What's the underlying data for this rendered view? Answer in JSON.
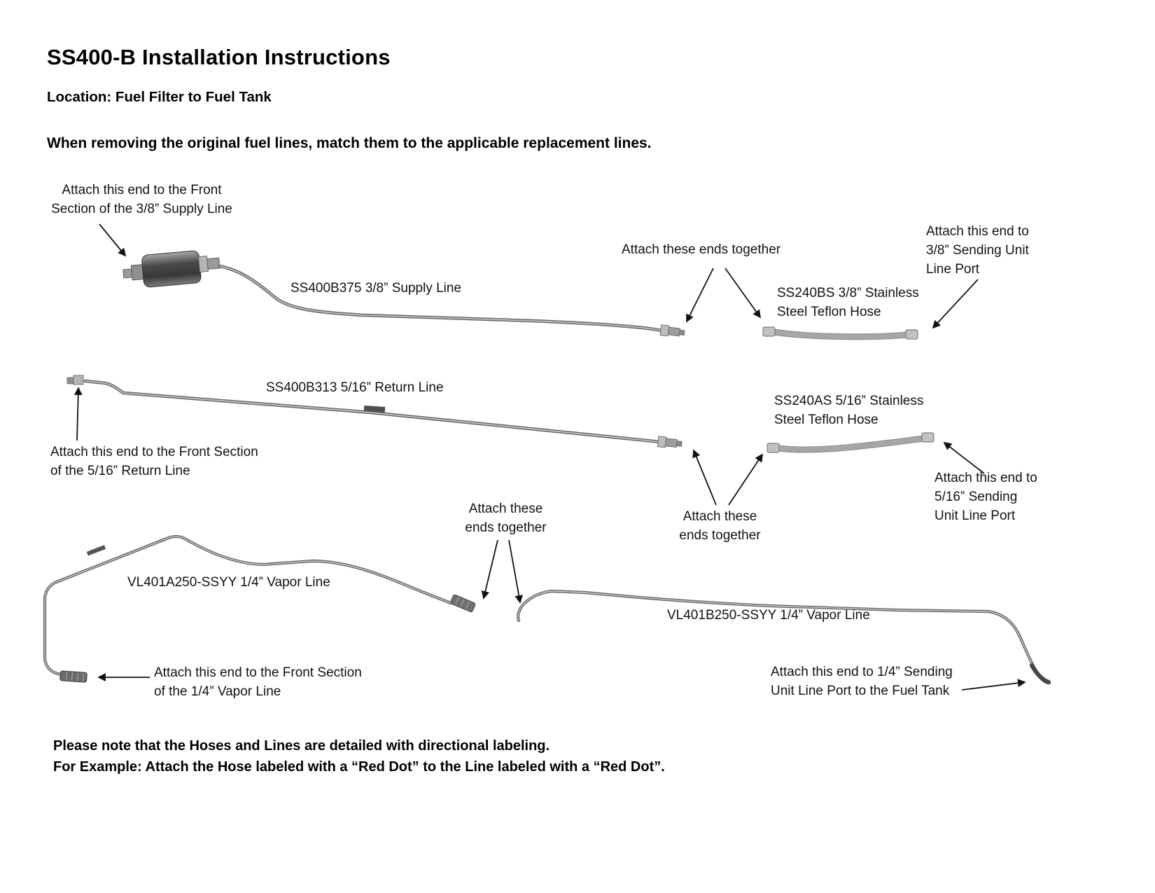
{
  "header": {
    "title": "SS400-B Installation Instructions",
    "location": "Location: Fuel Filter to Fuel Tank",
    "intro": "When removing the original fuel lines, match them to the applicable replacement lines."
  },
  "parts": {
    "supply_line_label": "SS400B375 3/8” Supply Line",
    "return_line_label": "SS400B313 5/16” Return Line",
    "hose_38_label": "SS240BS 3/8” Stainless\nSteel Teflon Hose",
    "hose_516_label": "SS240AS 5/16” Stainless\nSteel Teflon Hose",
    "vapor_a_label": "VL401A250-SSYY 1/4” Vapor Line",
    "vapor_b_label": "VL401B250-SSYY 1/4” Vapor Line"
  },
  "callouts": {
    "supply_front": "Attach this end to the Front\nSection of the 3/8” Supply Line",
    "ends_together_top": "Attach these ends together",
    "sending_38": "Attach this end to\n3/8” Sending Unit\nLine Port",
    "return_front": "Attach this end to the Front Section\nof the 5/16” Return Line",
    "ends_together_mid_left": "Attach these\nends together",
    "ends_together_mid_right": "Attach these\nends together",
    "sending_516": "Attach this end to\n5/16” Sending\nUnit Line Port",
    "vapor_front": "Attach this end to the Front Section\nof the 1/4” Vapor Line",
    "vapor_sending": "Attach this end to 1/4” Sending\nUnit Line Port to the Fuel Tank"
  },
  "footer": {
    "note": "Please note that the Hoses and Lines are detailed with directional labeling.\nFor Example: Attach the Hose labeled with a “Red Dot” to the Line labeled with a “Red Dot”."
  },
  "colors": {
    "tube_gray": "#686868",
    "tube_highlight": "#c8c8c8",
    "hose_silver": "#d4d4d4",
    "arrow_black": "#121212"
  }
}
